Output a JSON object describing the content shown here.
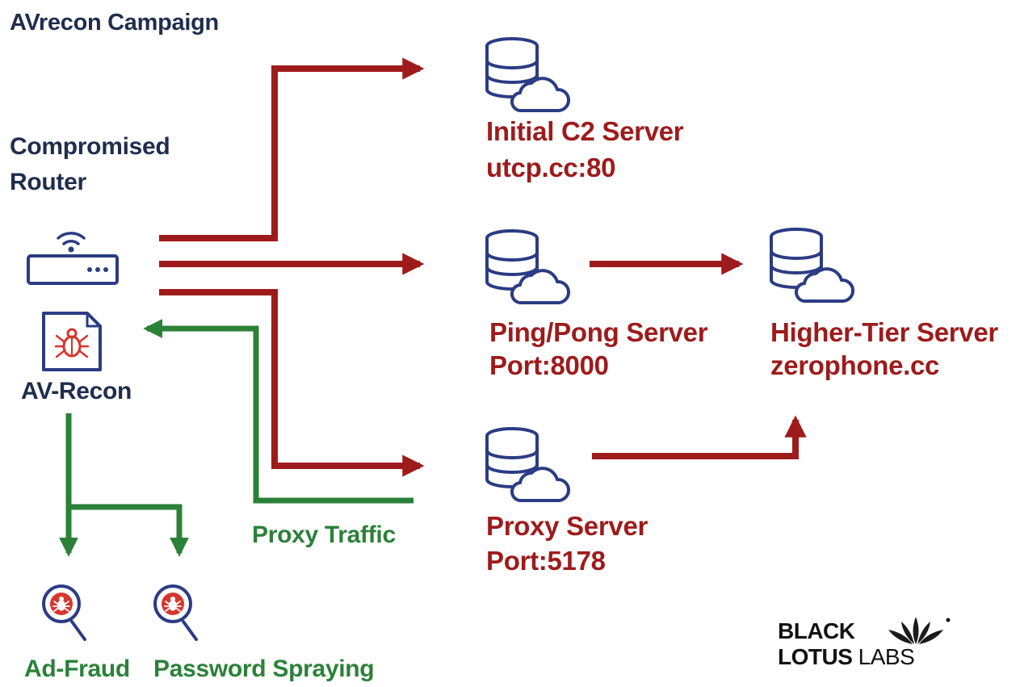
{
  "diagram": {
    "title": "AVrecon Campaign",
    "router_label": "Compromised\nRouter",
    "malware_label": "AV-Recon",
    "uses": [
      "Ad-Fraud",
      "Password Spraying"
    ],
    "proxy_traffic_label": "Proxy Traffic",
    "servers": {
      "initial_c2": {
        "name": "Initial C2 Server",
        "detail": "utcp.cc:80"
      },
      "ping_pong": {
        "name": "Ping/Pong Server",
        "detail": "Port:8000"
      },
      "proxy": {
        "name": "Proxy Server",
        "detail": "Port:5178"
      },
      "higher_tier": {
        "name": "Higher-Tier Server",
        "detail": "zerophone.cc"
      }
    },
    "logo": {
      "line1": "BLACK",
      "line2_heavy": "LOTUS",
      "line2_light": "LABS"
    },
    "colors": {
      "navy": "#1f2d4d",
      "red": "#9e1b1b",
      "green": "#2b8138",
      "icon_outline": "#2b3c84",
      "bug_red": "#d6362d"
    }
  }
}
